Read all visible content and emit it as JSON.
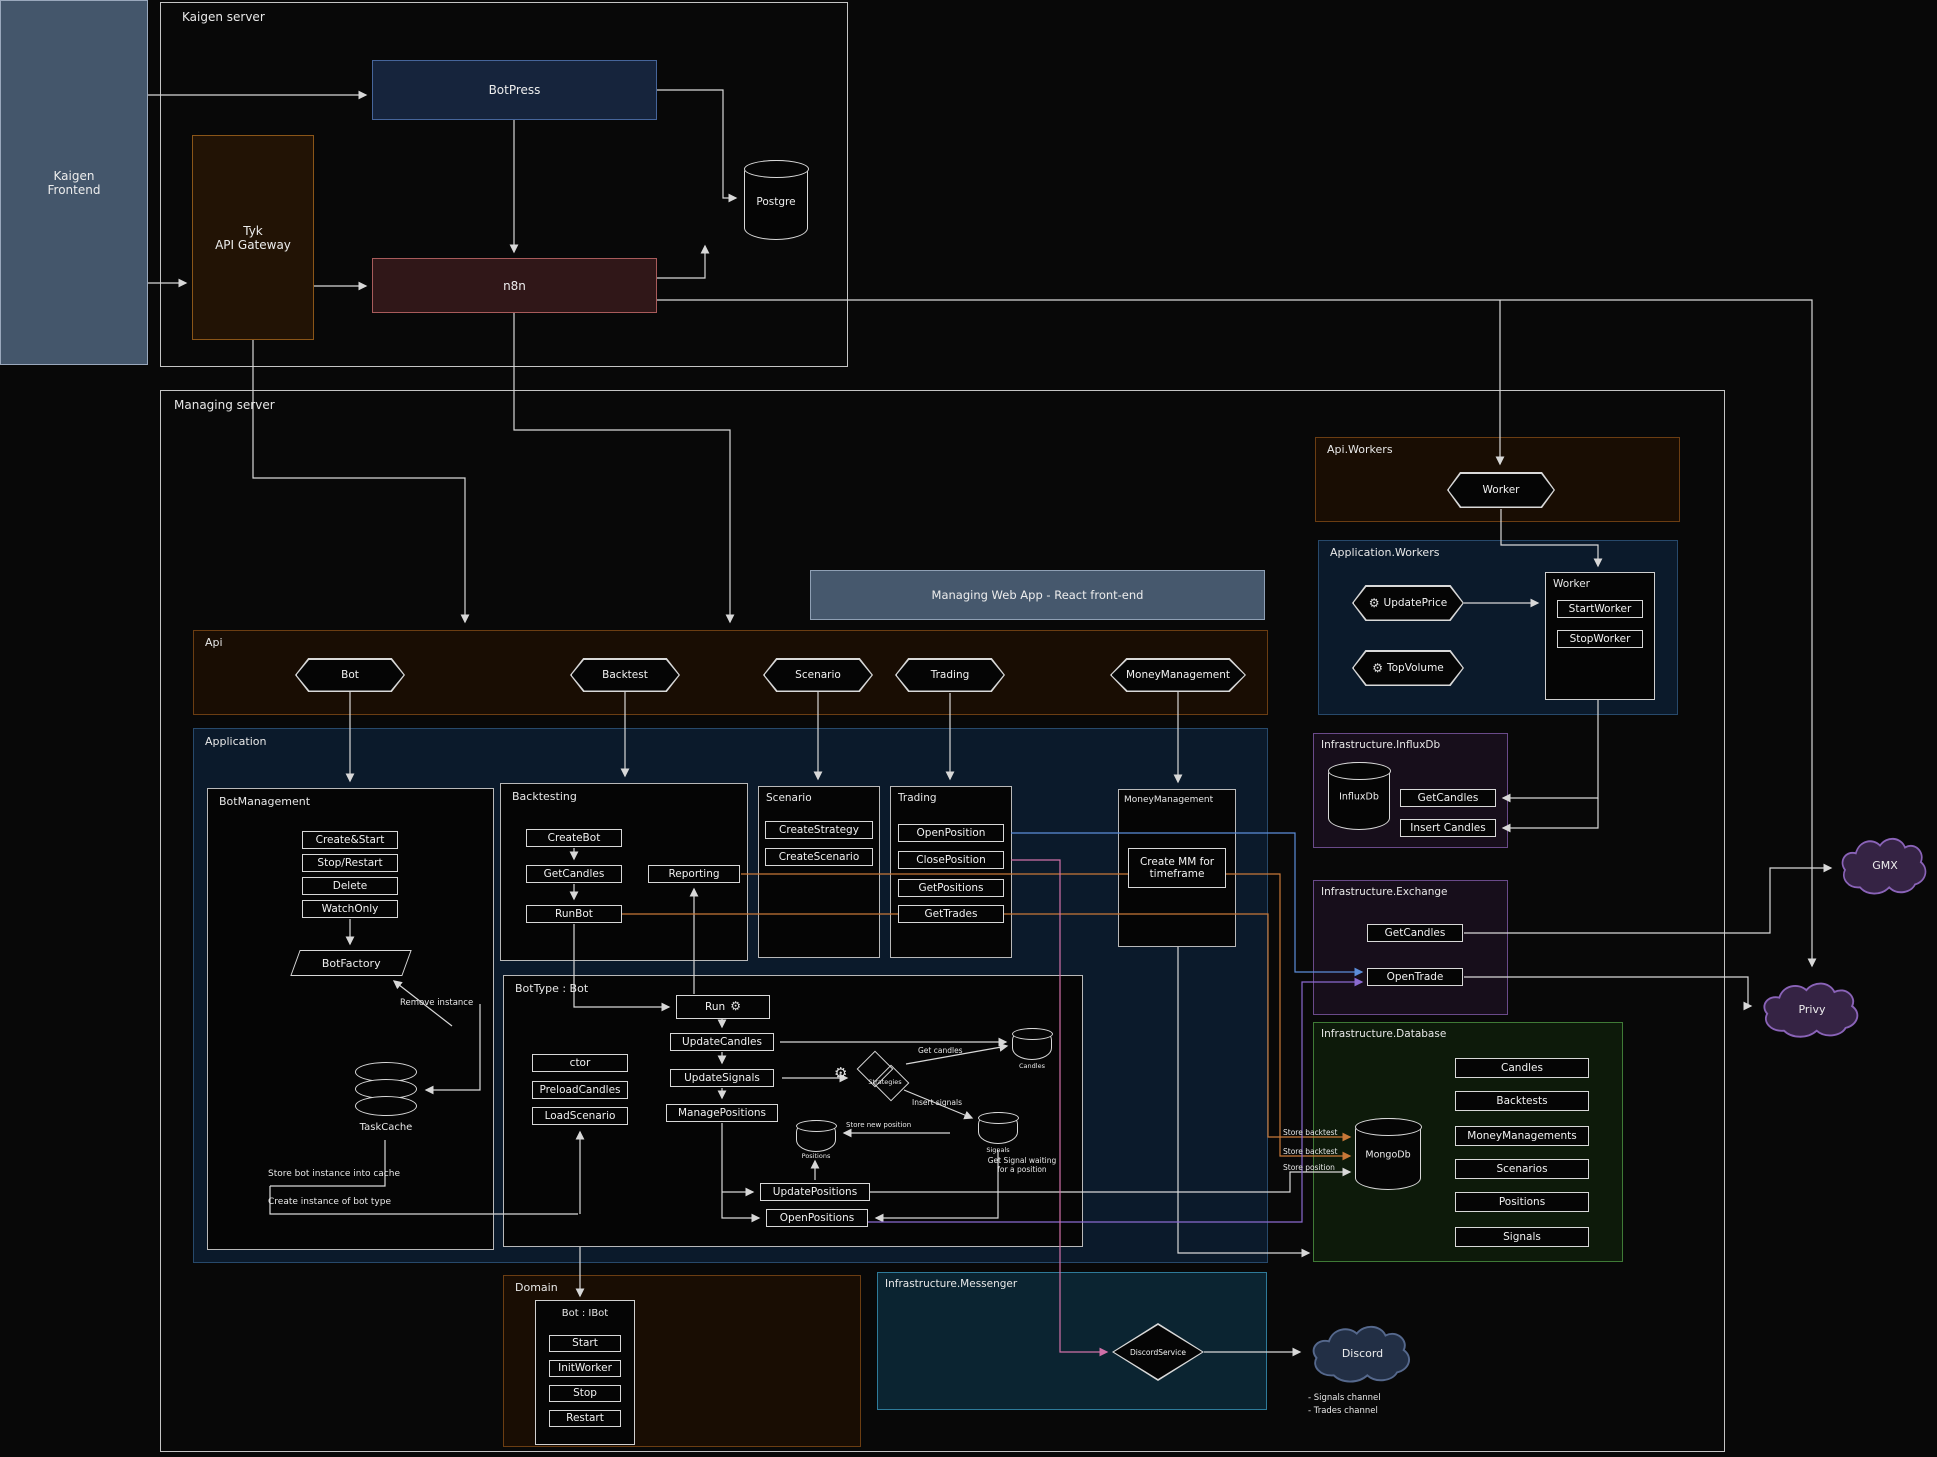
{
  "palette": {
    "accent_blue": "#5b8dd9",
    "accent_orange": "#c87838",
    "accent_pink": "#d070a8",
    "accent_purple": "#8a6ad0"
  },
  "kaigen_frontend": {
    "label": "Kaigen\nFrontend"
  },
  "kaigen_server": {
    "label": "Kaigen server",
    "botpress": "BotPress",
    "tyk_gateway": "Tyk\nAPI Gateway",
    "n8n": "n8n",
    "postgre": "Postgre"
  },
  "managing_server": {
    "label": "Managing server",
    "web_app": "Managing Web App - React front-end",
    "api_workers": {
      "label": "Api.Workers",
      "worker": "Worker"
    },
    "application_workers": {
      "label": "Application.Workers",
      "update_price": "UpdatePrice",
      "top_volume": "TopVolume",
      "worker_box": {
        "label": "Worker",
        "buttons": [
          "StartWorker",
          "StopWorker"
        ]
      }
    },
    "api": {
      "label": "Api",
      "endpoints": [
        "Bot",
        "Backtest",
        "Scenario",
        "Trading",
        "MoneyManagement"
      ]
    },
    "application": {
      "label": "Application",
      "bot_management": {
        "label": "BotManagement",
        "buttons": [
          "Create&Start",
          "Stop/Restart",
          "Delete",
          "WatchOnly"
        ],
        "bot_factory": "BotFactory",
        "task_cache": "TaskCache",
        "notes": [
          "Remove instance",
          "Store bot instance into cache",
          "Create instance of bot type"
        ]
      },
      "backtesting": {
        "label": "Backtesting",
        "buttons": [
          "CreateBot",
          "GetCandles",
          "RunBot"
        ],
        "reporting": "Reporting"
      },
      "scenario": {
        "label": "Scenario",
        "buttons": [
          "CreateStrategy",
          "CreateScenario"
        ]
      },
      "trading": {
        "label": "Trading",
        "buttons": [
          "OpenPosition",
          "ClosePosition",
          "GetPositions",
          "GetTrades"
        ]
      },
      "money_management": {
        "label": "MoneyManagement",
        "create_mm": "Create MM for\ntimeframe"
      },
      "bot_type": {
        "label": "BotType : Bot",
        "run": "Run",
        "pipeline": [
          "UpdateCandles",
          "UpdateSignals",
          "ManagePositions"
        ],
        "ctor_group": [
          "ctor",
          "PreloadCandles",
          "LoadScenario"
        ],
        "position_ops": [
          "UpdatePositions",
          "OpenPositions"
        ],
        "stores": {
          "candles": "Candles",
          "strategies": "Strategies",
          "signals": "Signals",
          "positions": "Positions"
        },
        "notes": {
          "get_candles": "Get candles",
          "insert_signals": "Insert signals",
          "store_new_position": "Store new position",
          "get_signal": "Get Signal waiting\nfor a position"
        }
      }
    },
    "influxdb": {
      "label": "Infrastructure.InfluxDb",
      "db": "InfluxDb",
      "buttons": [
        "GetCandles",
        "Insert Candles"
      ]
    },
    "exchange": {
      "label": "Infrastructure.Exchange",
      "buttons": [
        "GetCandles",
        "OpenTrade"
      ]
    },
    "database": {
      "label": "Infrastructure.Database",
      "db": "MongoDb",
      "collections": [
        "Candles",
        "Backtests",
        "MoneyManagements",
        "Scenarios",
        "Positions",
        "Signals"
      ],
      "notes": [
        "Store backtest",
        "Store backtest",
        "Store position"
      ]
    },
    "domain": {
      "label": "Domain",
      "bot_ibot": {
        "label": "Bot : IBot",
        "buttons": [
          "Start",
          "InitWorker",
          "Stop",
          "Restart"
        ]
      }
    },
    "messenger": {
      "label": "Infrastructure.Messenger",
      "discord_service": "DiscordService"
    }
  },
  "external": {
    "gmx": "GMX",
    "privy": "Privy",
    "discord": "Discord",
    "discord_channels": [
      "- Signals channel",
      "- Trades channel"
    ]
  }
}
